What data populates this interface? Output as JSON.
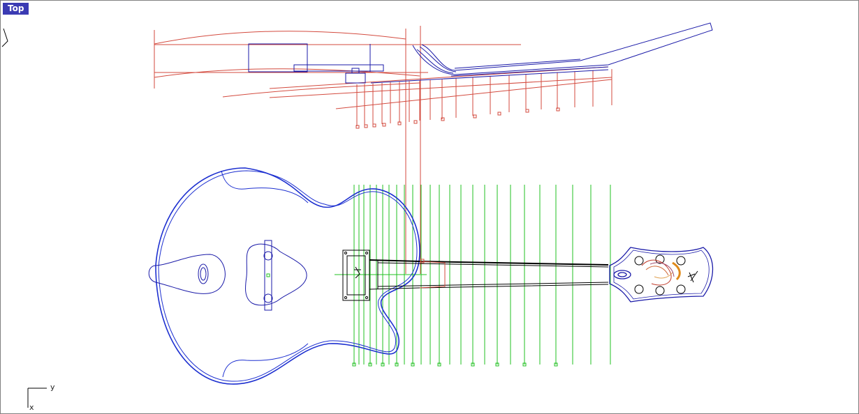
{
  "viewport": {
    "name": "Top",
    "label_bg": "#3b3bb3"
  },
  "axes": {
    "x_label": "x",
    "y_label": "y"
  },
  "colors": {
    "body_outline": "#1c2fd0",
    "curve_blue": "#1a1aa8",
    "construction_red": "#d34a3e",
    "fret_green": "#22c022",
    "neck_black": "#000000",
    "inlay_orange": "#e08a1a"
  }
}
